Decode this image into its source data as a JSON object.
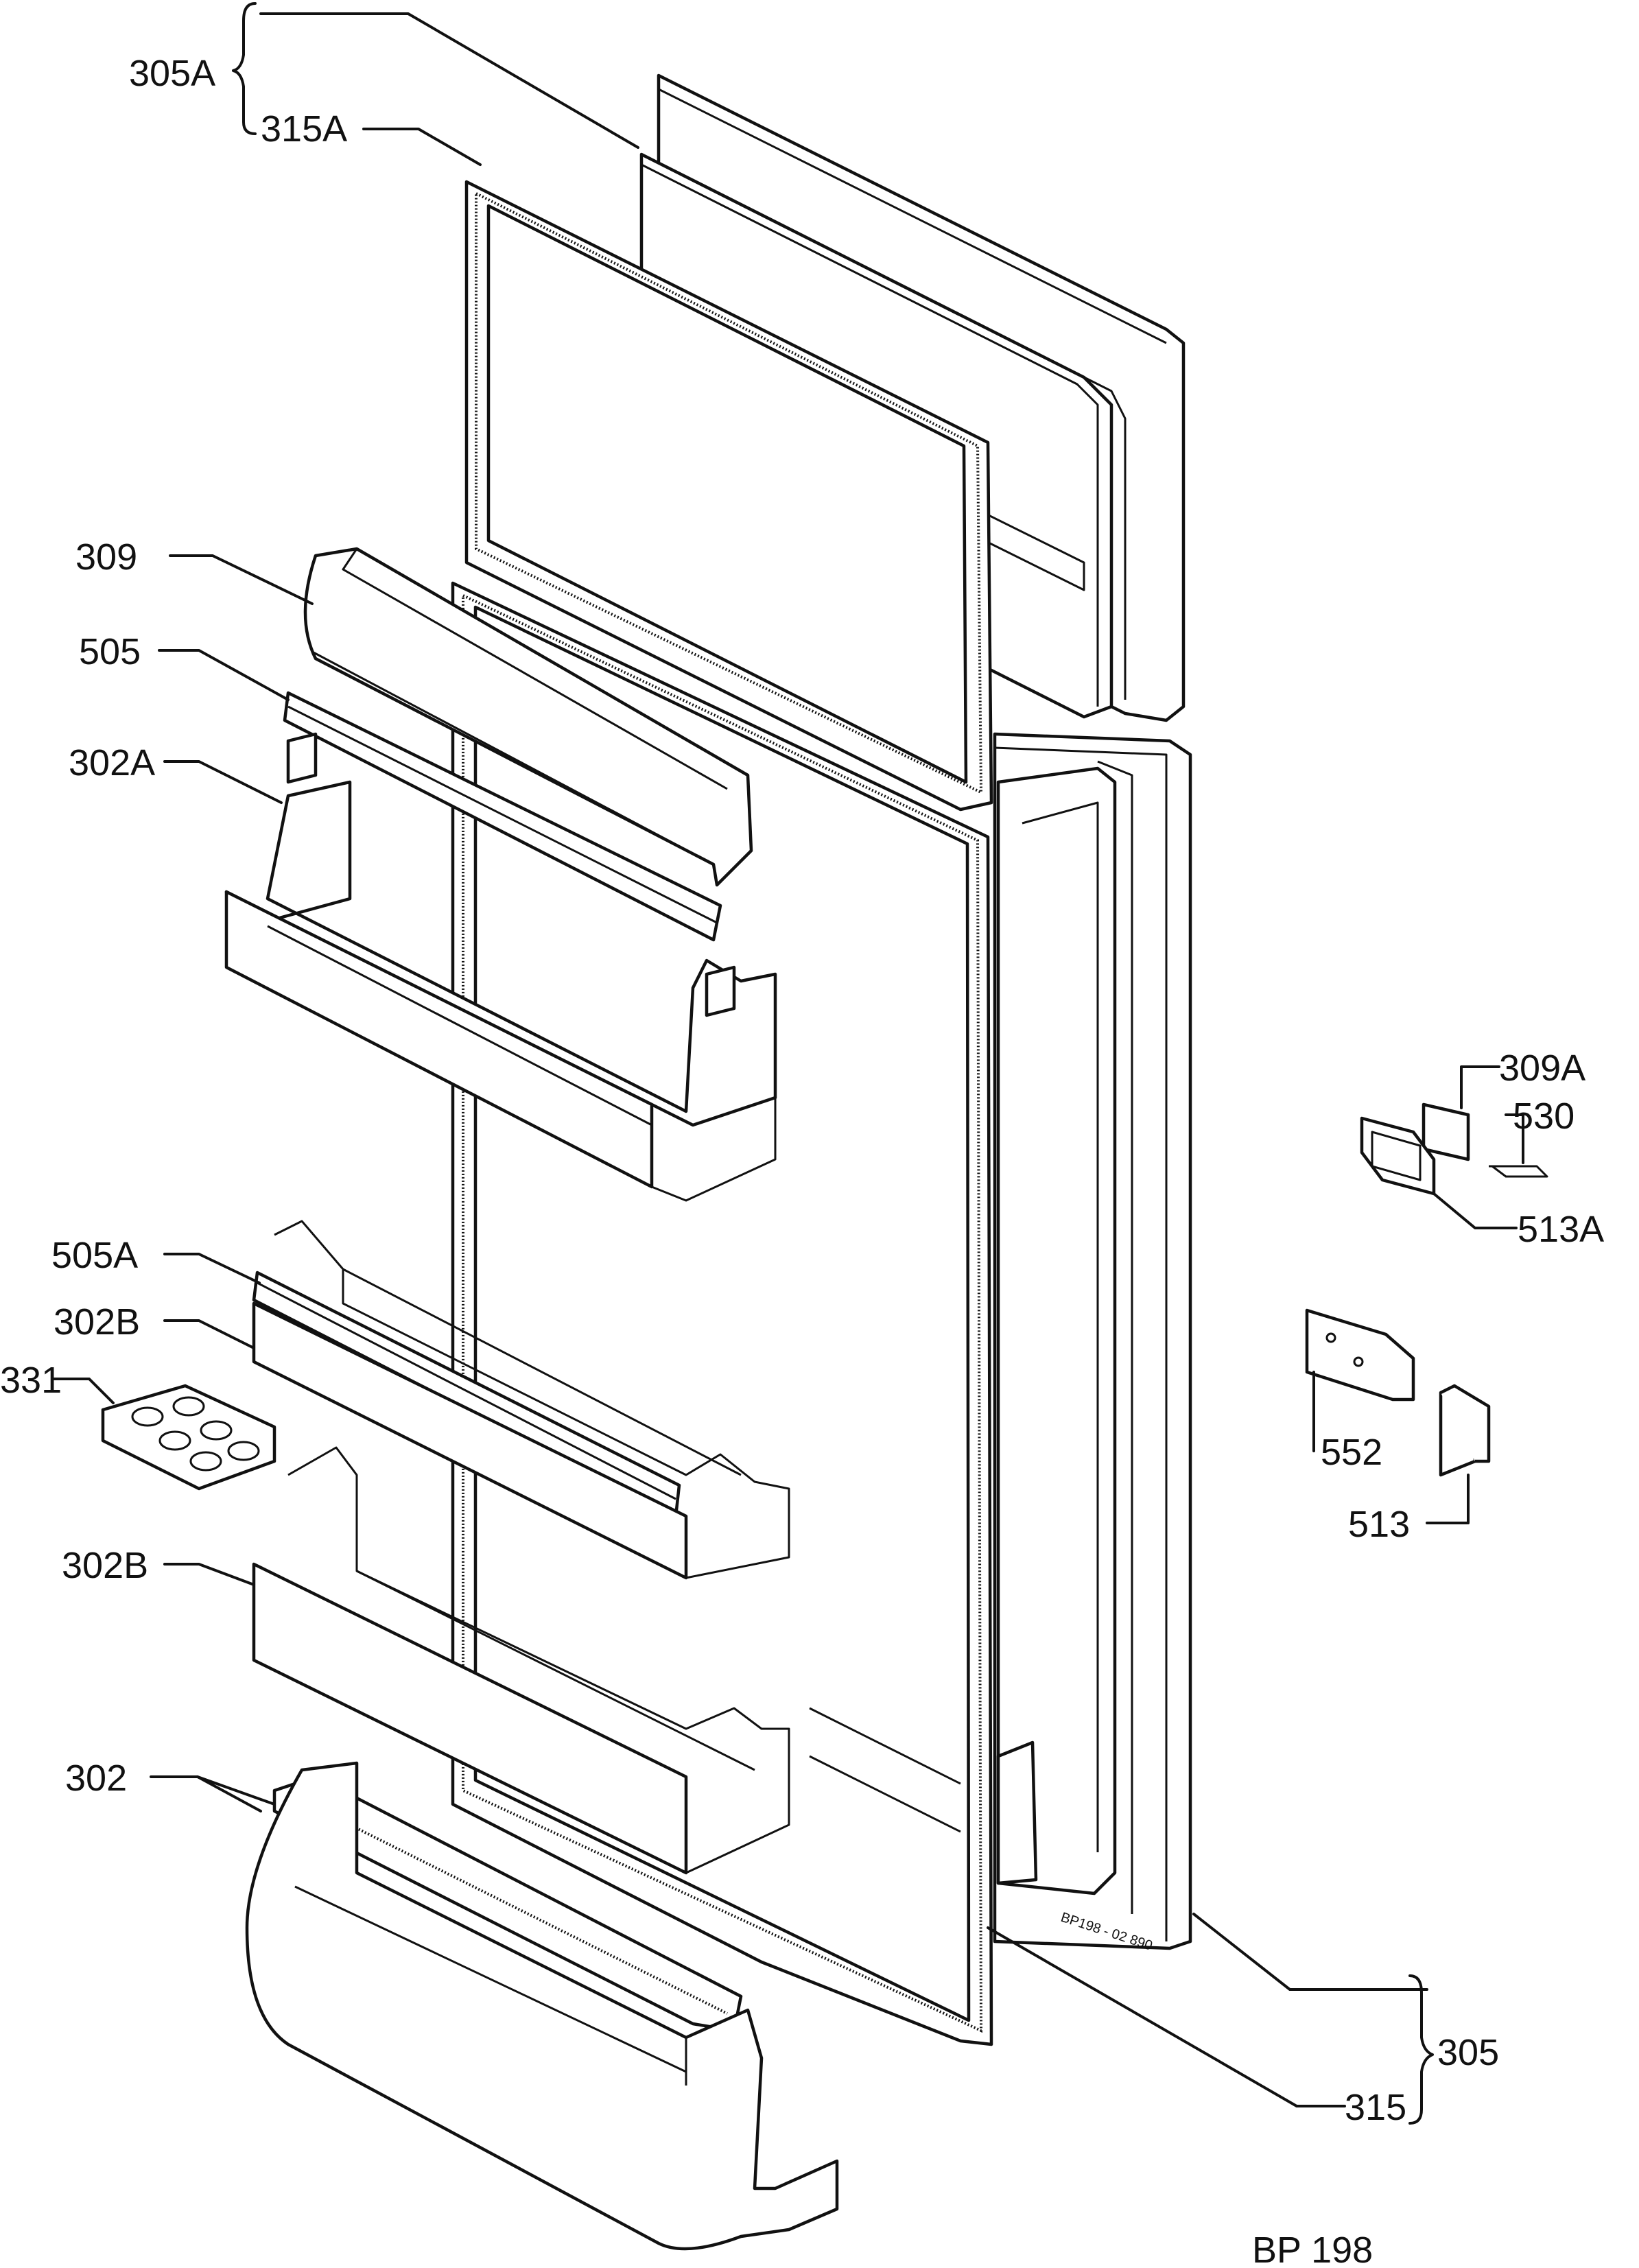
{
  "labels": {
    "l305A": "305A",
    "l315A": "315A",
    "l309": "309",
    "l505": "505",
    "l302A": "302A",
    "l505A": "505A",
    "l302B_1": "302B",
    "l331": "331",
    "l302B_2": "302B",
    "l302": "302",
    "l309A": "309A",
    "l530": "530",
    "l513A": "513A",
    "l552": "552",
    "l513": "513",
    "l305": "305",
    "l315": "315"
  },
  "stamp": "BP198 - 02 890",
  "footer": "BP 198"
}
